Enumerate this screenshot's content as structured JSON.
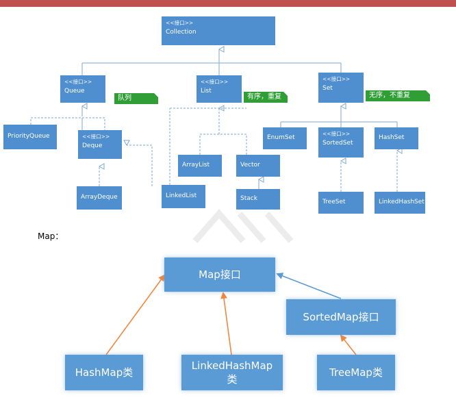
{
  "colors": {
    "top_bar": "#c0504d",
    "box": "#4f8fd0",
    "note": "#2e9e35",
    "line": "#7fa7d0",
    "arrow_orange": "#f0883e",
    "arrow_blue": "#5b9bd5"
  },
  "collection_diagram": {
    "stereotype": "<<接口>>",
    "nodes": {
      "collection": "Collection",
      "queue": "Queue",
      "list": "List",
      "set": "Set",
      "priority_queue": "PriorityQueue",
      "deque": "Deque",
      "array_deque": "ArrayDeque",
      "linked_list": "LinkedList",
      "array_list": "ArrayList",
      "vector": "Vector",
      "stack": "Stack",
      "enum_set": "EnumSet",
      "sorted_set": "SortedSet",
      "hash_set": "HashSet",
      "tree_set": "TreeSet",
      "linked_hash_set": "LinkedHashSet"
    },
    "notes": {
      "queue": "队列",
      "list": "有序，重复",
      "set": "无序，不重复"
    }
  },
  "map_section": {
    "title": "Map：",
    "nodes": {
      "map": "Map接口",
      "sorted_map": "SortedMap接口",
      "hash_map": "HashMap类",
      "linked_hash_map": "LinkedHashMap类",
      "tree_map": "TreeMap类"
    }
  }
}
